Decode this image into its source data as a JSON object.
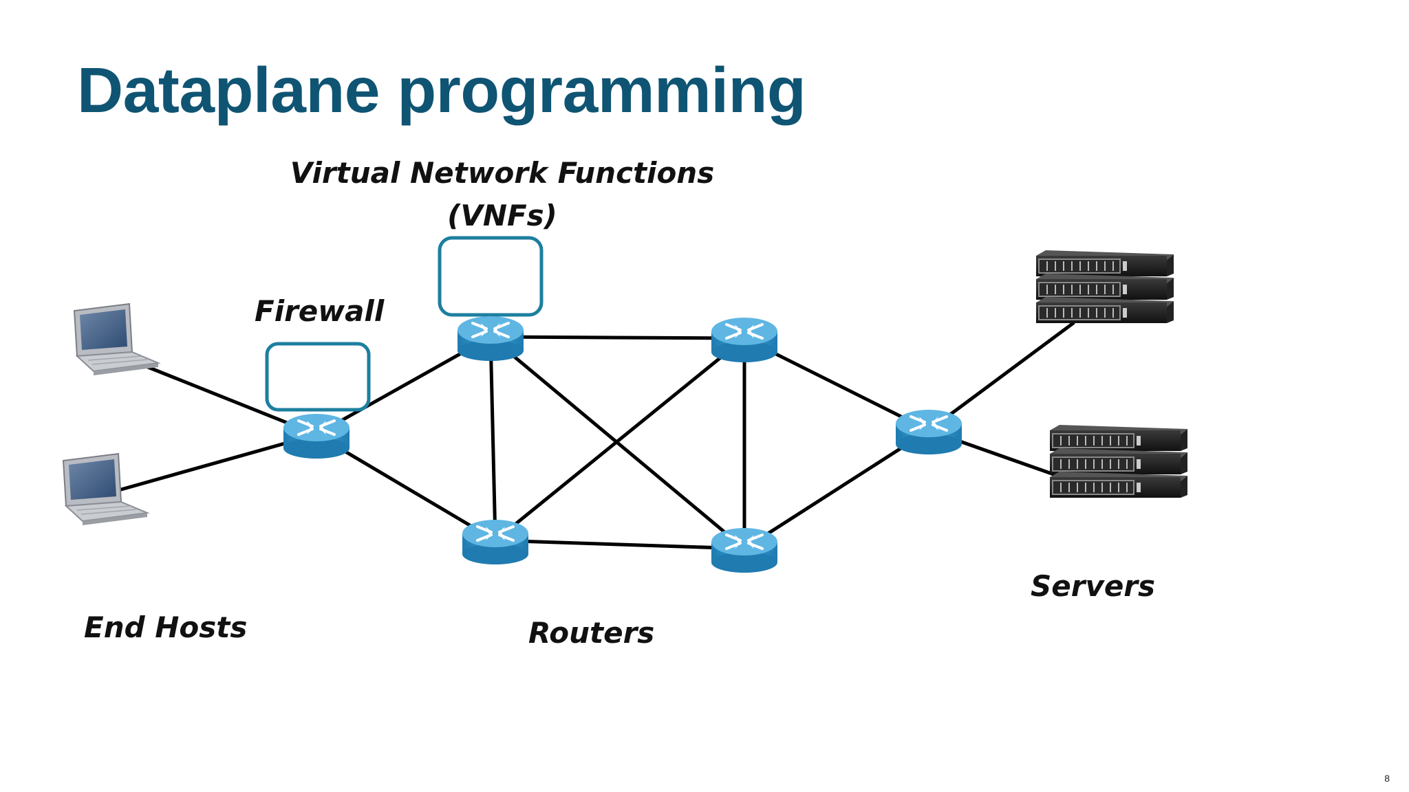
{
  "slide": {
    "title": "Dataplane programming",
    "page_number": "8"
  },
  "labels": {
    "vnf_line1": "Virtual Network Functions",
    "vnf_line2": "(VNFs)",
    "firewall": "Firewall",
    "end_hosts": "End Hosts",
    "routers": "Routers",
    "servers": "Servers"
  },
  "colors": {
    "title": "#0f5473",
    "router_body": "#2d8fc4",
    "router_top": "#5fb6e3",
    "vnf_box_border": "#1d7f9f",
    "link": "#000000"
  },
  "icons": {
    "host": "laptop-icon",
    "router": "router-icon",
    "server": "server-rack-icon"
  }
}
